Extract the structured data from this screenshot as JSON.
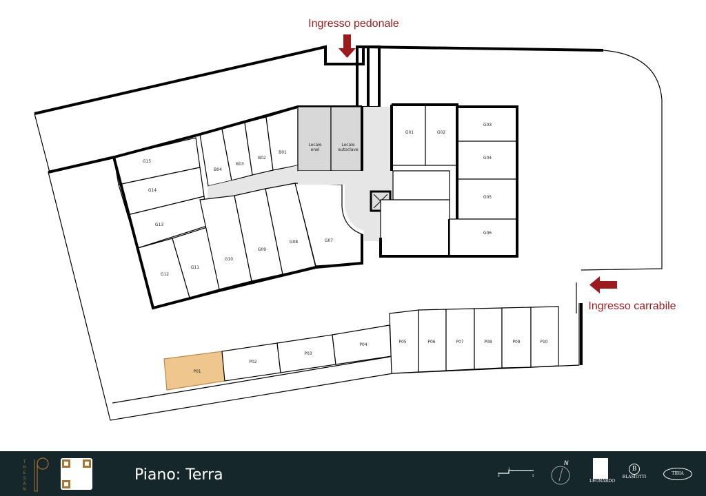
{
  "entrances": {
    "pedestrian": "Ingresso pedonale",
    "vehicle": "Ingresso carrabile"
  },
  "service_rooms": {
    "enel": [
      "Locale",
      "enel"
    ],
    "autoclave": [
      "Locale",
      "autoclave"
    ]
  },
  "storage_rooms": [
    "B01",
    "B02",
    "B03",
    "B04"
  ],
  "garages": [
    "G01",
    "G02",
    "G03",
    "G04",
    "G05",
    "G06",
    "G07",
    "G08",
    "G09",
    "G10",
    "G11",
    "G12",
    "G13",
    "G14",
    "G15"
  ],
  "parking": [
    "P01",
    "P02",
    "P03",
    "P04",
    "P05",
    "P06",
    "P07",
    "P08",
    "P09",
    "P10"
  ],
  "selected_parking": "P01",
  "colors": {
    "accent_red": "#9b1b1e",
    "selected": "#eec68e",
    "footer_bg": "#15272a",
    "brand_gold": "#a57431"
  },
  "footer": {
    "brand": "THESAN",
    "floor_label": "Piano: Terra",
    "scale": {
      "start": "0",
      "mid": "1",
      "end": "5"
    },
    "north": "N",
    "logos": [
      "LEONARDO",
      "BLASIOTTI",
      "TIBIA"
    ]
  }
}
